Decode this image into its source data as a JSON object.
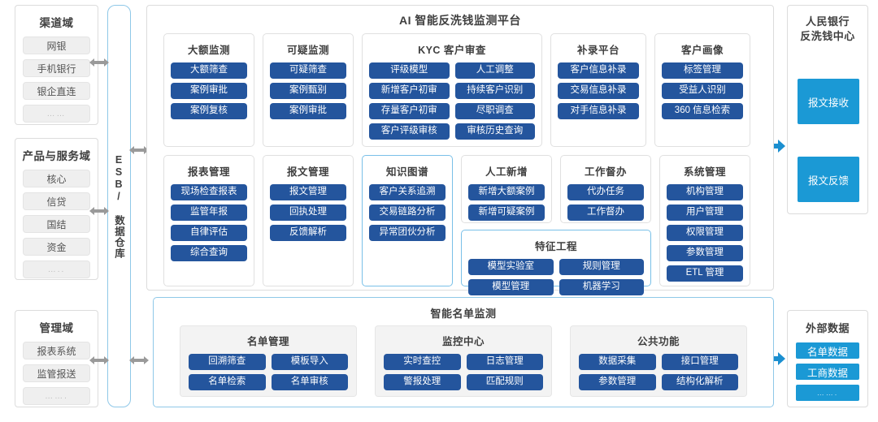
{
  "main": {
    "title": "AI 智能反洗钱监测平台",
    "bottom_title": "智能名单监测",
    "groups": [
      {
        "title": "大额监测",
        "items": [
          "大额筛查",
          "案例审批",
          "案例复核"
        ]
      },
      {
        "title": "可疑监测",
        "items": [
          "可疑筛查",
          "案例甄别",
          "案例审批"
        ]
      },
      {
        "title": "KYC 客户审查",
        "items": [
          "评级模型",
          "人工调整",
          "新增客户初审",
          "持续客户识别",
          "存量客户初审",
          "尽职调查",
          "客户评级审核",
          "审核历史查询"
        ]
      },
      {
        "title": "补录平台",
        "items": [
          "客户信息补录",
          "交易信息补录",
          "对手信息补录"
        ]
      },
      {
        "title": "客户画像",
        "items": [
          "标签管理",
          "受益人识别",
          "360 信息检索"
        ]
      },
      {
        "title": "报表管理",
        "items": [
          "现场检查报表",
          "监管年报",
          "自律评估",
          "综合查询"
        ]
      },
      {
        "title": "报文管理",
        "items": [
          "报文管理",
          "回执处理",
          "反馈解析"
        ]
      },
      {
        "title": "知识图谱",
        "items": [
          "客户关系追溯",
          "交易链路分析",
          "异常团伙分析"
        ],
        "highlighted": true
      },
      {
        "title": "人工新增",
        "items": [
          "新增大额案例",
          "新增可疑案例"
        ]
      },
      {
        "title": "工作督办",
        "items": [
          "代办任务",
          "工作督办"
        ]
      },
      {
        "title": "特征工程",
        "items": [
          "模型实验室",
          "规则管理",
          "模型管理",
          "机器学习"
        ],
        "highlighted": true
      },
      {
        "title": "系统管理",
        "items": [
          "机构管理",
          "用户管理",
          "权限管理",
          "参数管理",
          "ETL 管理"
        ]
      }
    ],
    "bottom_groups": [
      {
        "title": "名单管理",
        "items": [
          "回溯筛查",
          "模板导入",
          "名单检索",
          "名单审核"
        ]
      },
      {
        "title": "监控中心",
        "items": [
          "实时查控",
          "日志管理",
          "警报处理",
          "匹配规则"
        ]
      },
      {
        "title": "公共功能",
        "items": [
          "数据采集",
          "接口管理",
          "参数管理",
          "结构化解析"
        ]
      }
    ]
  },
  "esb": {
    "label": "ESB/ 数据仓库"
  },
  "sidebar_left": {
    "domains": [
      {
        "title": "渠道域",
        "items": [
          "网银",
          "手机银行",
          "银企直连",
          "……"
        ]
      },
      {
        "title": "产品与服务域",
        "items": [
          "核心",
          "信贷",
          "国结",
          "资金",
          "….."
        ]
      },
      {
        "title": "管理域",
        "items": [
          "报表系统",
          "监管报送",
          "……."
        ]
      }
    ]
  },
  "sidebar_right": {
    "pboc": {
      "title": "人民银行\n反洗钱中心",
      "title_line1": "人民银行",
      "title_line2": "反洗钱中心",
      "blocks": [
        "报文接收",
        "报文反馈"
      ]
    },
    "external": {
      "title": "外部数据",
      "items": [
        "名单数据",
        "工商数据",
        "……."
      ]
    }
  },
  "colors": {
    "button_blue": "#24559d",
    "cyan": "#1b99d5",
    "arrow_gray": "#9a9a9a",
    "arrow_blue": "#1b8fd0",
    "highlight_border": "#79c0e8",
    "chip_gray": "#efefef"
  }
}
